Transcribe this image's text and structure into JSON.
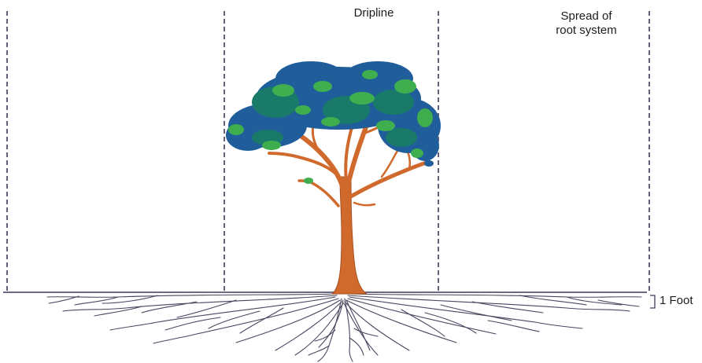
{
  "labels": {
    "dripline": "Dripline",
    "spread_line1": "Spread of",
    "spread_line2": "root system",
    "depth": "1 Foot"
  },
  "colors": {
    "trunk": "#d06a2c",
    "trunk_dark": "#a8501f",
    "canopy_dark": "#1f5e9a",
    "canopy_mid": "#1a7a6a",
    "canopy_light": "#3fae4f",
    "roots": "#4a4660",
    "dashed_lines": "#3a3a5a",
    "ground": "#3a3a5a"
  }
}
